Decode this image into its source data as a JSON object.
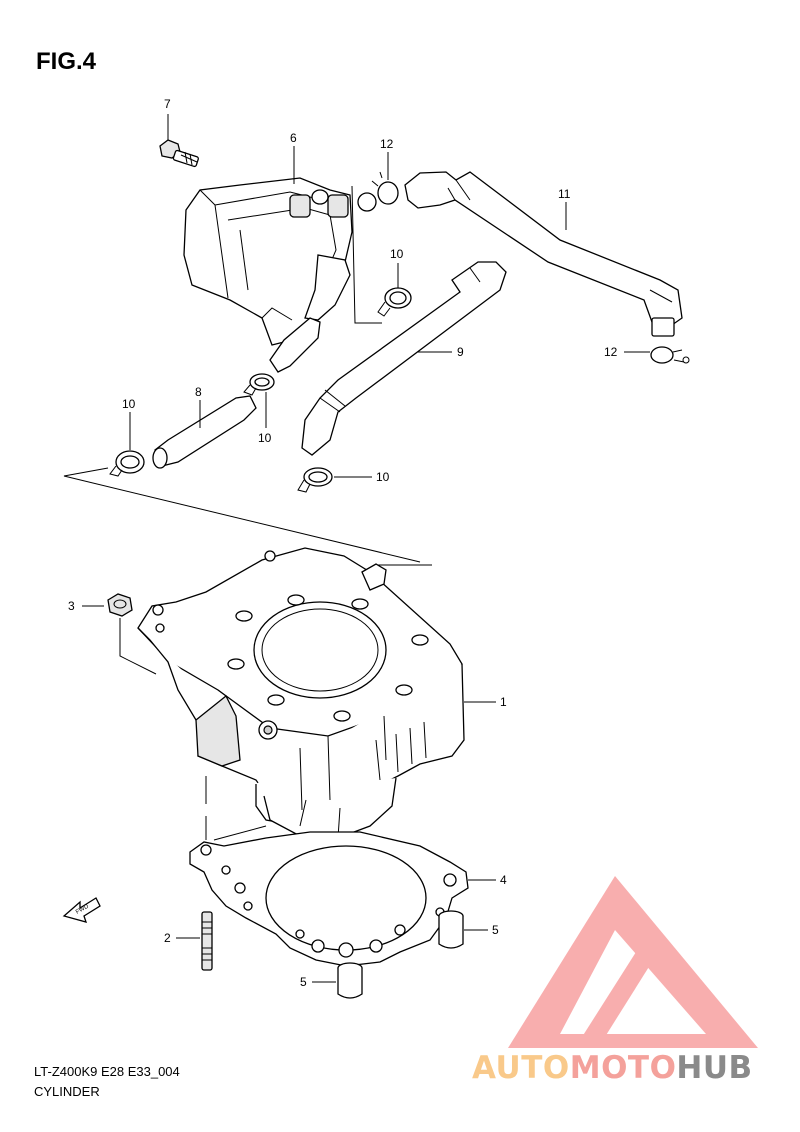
{
  "figure": {
    "title": "FIG.4"
  },
  "callouts": {
    "c1": "1",
    "c2": "2",
    "c3": "3",
    "c4": "4",
    "c5a": "5",
    "c5b": "5",
    "c6": "6",
    "c7": "7",
    "c8": "8",
    "c9": "9",
    "c10a": "10",
    "c10b": "10",
    "c10c": "10",
    "c10d": "10",
    "c11": "11",
    "c12a": "12",
    "c12b": "12"
  },
  "caption": {
    "model_code": "LT-Z400K9 E28 E33_004",
    "section_name": "CYLINDER"
  },
  "fwd_label": "FWD",
  "watermark": {
    "part1": "AUTO",
    "part2": "MOTO",
    "part3": "HUB",
    "color_part1": "#f9c98a",
    "color_part2": "#f4a19b",
    "color_part3": "#8a8a8a",
    "emblem_color": "#f7a0a0"
  }
}
